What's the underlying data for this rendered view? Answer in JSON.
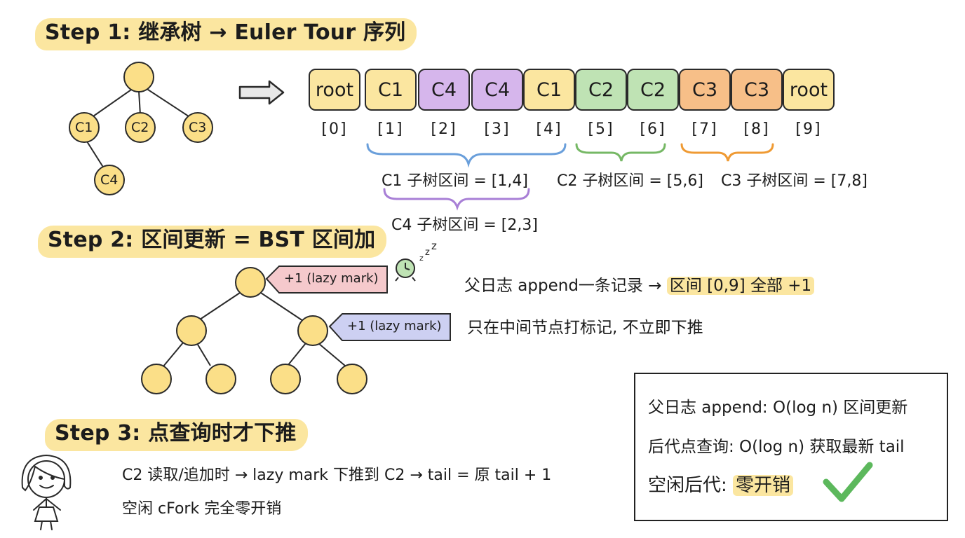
{
  "step1": {
    "title": "Step 1: 继承树 → Euler Tour 序列",
    "tree_nodes": [
      "C1",
      "C2",
      "C3",
      "C4"
    ],
    "sequence": [
      {
        "label": "root",
        "color": "#fbe6a0",
        "index": "[0]"
      },
      {
        "label": "C1",
        "color": "#fbe6a0",
        "index": "[1]"
      },
      {
        "label": "C4",
        "color": "#d6b6ec",
        "index": "[2]"
      },
      {
        "label": "C4",
        "color": "#d6b6ec",
        "index": "[3]"
      },
      {
        "label": "C1",
        "color": "#fbe6a0",
        "index": "[4]"
      },
      {
        "label": "C2",
        "color": "#bfe3b4",
        "index": "[5]"
      },
      {
        "label": "C2",
        "color": "#bfe3b4",
        "index": "[6]"
      },
      {
        "label": "C3",
        "color": "#f7bf88",
        "index": "[7]"
      },
      {
        "label": "C3",
        "color": "#f7bf88",
        "index": "[8]"
      },
      {
        "label": "root",
        "color": "#fbe6a0",
        "index": "[9]"
      }
    ],
    "ranges": {
      "c1": "C1 子树区间 = [1,4]",
      "c2": "C2 子树区间 = [5,6]",
      "c3": "C3 子树区间 = [7,8]",
      "c4": "C4 子树区间 = [2,3]"
    },
    "brace_colors": {
      "c1": "#6a9fdb",
      "c2": "#76b865",
      "c3": "#ef9a33",
      "c4": "#a87fd6"
    }
  },
  "step2": {
    "title": "Step 2: 区间更新 = BST 区间加",
    "lazy_label_root": "+1 (lazy mark)",
    "lazy_label_child": "+1 (lazy mark)",
    "lazy_root_color": "#f5c9cc",
    "lazy_child_color": "#cdd0f2",
    "note1_prefix": "父日志 append一条记录 → ",
    "note1_highlight": "区间 [0,9] 全部 +1",
    "note2": "只在中间节点打标记, 不立即下推"
  },
  "step3": {
    "title": "Step 3: 点查询时才下推",
    "line1": "C2 读取/追加时 → lazy mark 下推到 C2 → tail = 原 tail + 1",
    "line2": "空闲 cFork 完全零开销"
  },
  "summary": {
    "line1": "父日志 append: O(log n) 区间更新",
    "line2": "后代点查询: O(log n) 获取最新 tail",
    "line3_prefix": "空闲后代: ",
    "line3_highlight": "零开销"
  },
  "colors": {
    "node_fill": "#fbdf88",
    "highlight": "#fbe6a0",
    "check": "#5cb85c"
  }
}
